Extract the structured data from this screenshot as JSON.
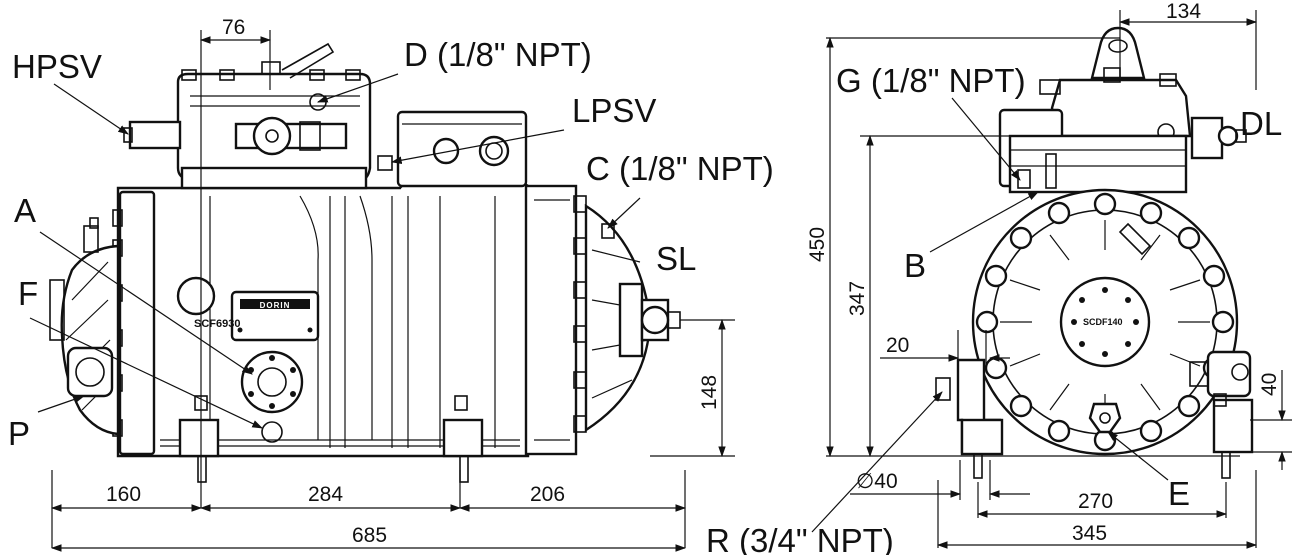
{
  "drawing": {
    "labels": {
      "hpsv": "HPSV",
      "d": "D (1/8\" NPT)",
      "lpsv": "LPSV",
      "c": "C (1/8\" NPT)",
      "a": "A",
      "f": "F",
      "p": "P",
      "sl": "SL",
      "g": "G (1/8\" NPT)",
      "dl": "DL",
      "b": "B",
      "e": "E",
      "r": "R (3/4\" NPT)"
    },
    "nameplates": {
      "brand": "DORIN",
      "front_model": "SCF6930",
      "side_model": "SCDF140"
    },
    "dimensions": {
      "d76": "76",
      "d160": "160",
      "d284": "284",
      "d206": "206",
      "d685": "685",
      "d148": "148",
      "d134": "134",
      "d450": "450",
      "d347": "347",
      "d20": "20",
      "d40_dia": "∅40",
      "d270": "270",
      "d345": "345",
      "d40": "40"
    }
  }
}
